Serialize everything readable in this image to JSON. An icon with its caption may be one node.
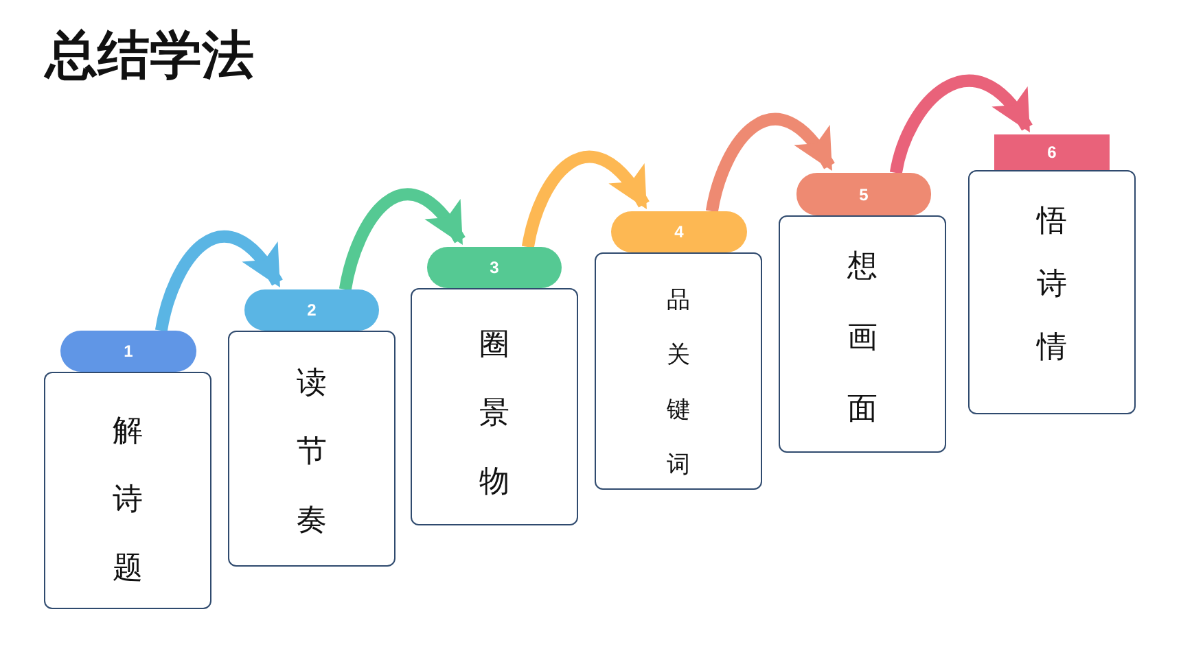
{
  "diagram": {
    "title": "总结学法",
    "nodes": [
      {
        "text": [
          "1"
        ]
      },
      {
        "text": [
          "解诗题"
        ]
      },
      {
        "text": [
          "2"
        ]
      },
      {
        "text": [
          "读节奏"
        ]
      },
      {
        "text": [
          "3"
        ]
      },
      {
        "text": [
          "圈景物"
        ]
      },
      {
        "text": [
          "4"
        ]
      },
      {
        "text": [
          "品关键词"
        ]
      },
      {
        "text": [
          "5"
        ]
      },
      {
        "text": [
          "想画面"
        ]
      },
      {
        "text": [
          "6"
        ]
      },
      {
        "text": [
          "悟诗情"
        ]
      }
    ],
    "edges": [
      {
        "from": 0,
        "to": 2,
        "arrow": "to",
        "color": "#5ab5e4"
      },
      {
        "from": 2,
        "to": 4,
        "arrow": "to",
        "color": "#55c993"
      },
      {
        "from": 4,
        "to": 6,
        "arrow": "to",
        "color": "#fdb853"
      },
      {
        "from": 6,
        "to": 8,
        "arrow": "to",
        "color": "#ee8a72"
      },
      {
        "from": 8,
        "to": 10,
        "arrow": "to",
        "color": "#e9627a"
      }
    ]
  }
}
